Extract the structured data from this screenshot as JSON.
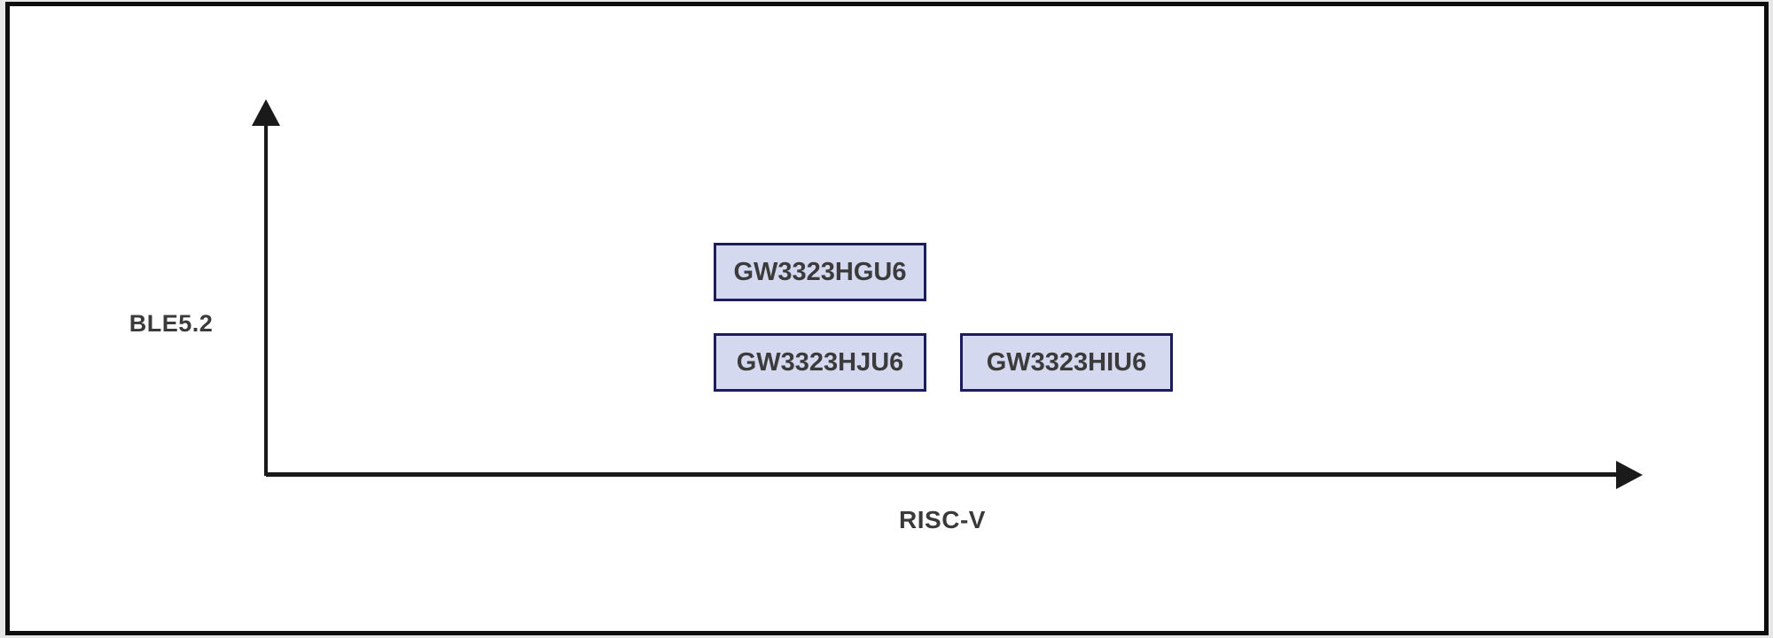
{
  "diagram": {
    "axes": {
      "y": {
        "label": "BLE5.2"
      },
      "x": {
        "label": "RISC-V"
      }
    },
    "nodes": [
      {
        "label": "GW3323HGU6",
        "row": "top",
        "column": "left"
      },
      {
        "label": "GW3323HJU6",
        "row": "bottom",
        "column": "left"
      },
      {
        "label": "GW3323HIU6",
        "row": "bottom",
        "column": "right"
      }
    ],
    "colors": {
      "node_fill": "#d5d9ef",
      "node_border": "#1d1d5c",
      "node_text": "#3b3b3b",
      "axis": "#1a1a1a",
      "axis_label_text": "#3a3a3a",
      "frame_border": "#0d0d0d",
      "background": "#ffffff"
    }
  }
}
